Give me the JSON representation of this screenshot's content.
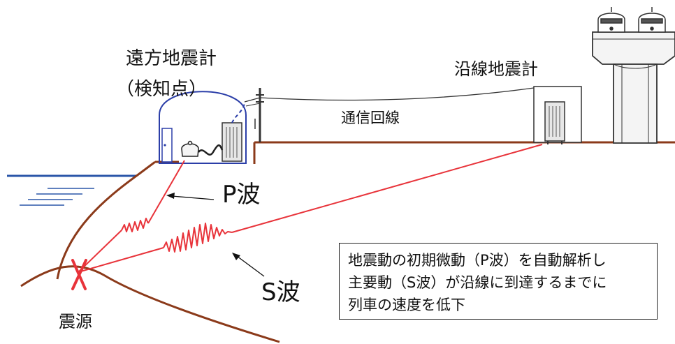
{
  "labels": {
    "remote_seismometer": "遠方地震計",
    "detection_point": "（検知点）",
    "wayside_seismometer": "沿線地震計",
    "comm_line": "通信回線",
    "p_wave": "P波",
    "s_wave": "S波",
    "epicenter": "震源"
  },
  "note": {
    "lines": [
      "地震動の初期微動（P波）を自動解析し",
      "主要動（S波）が沿線に到達するまでに",
      "列車の速度を低下"
    ]
  },
  "colors": {
    "ground": "#8b3a1a",
    "wave": "#e8333a",
    "hut": "#2b3ea8",
    "sea": "#2a56a8",
    "ink": "#111111"
  }
}
